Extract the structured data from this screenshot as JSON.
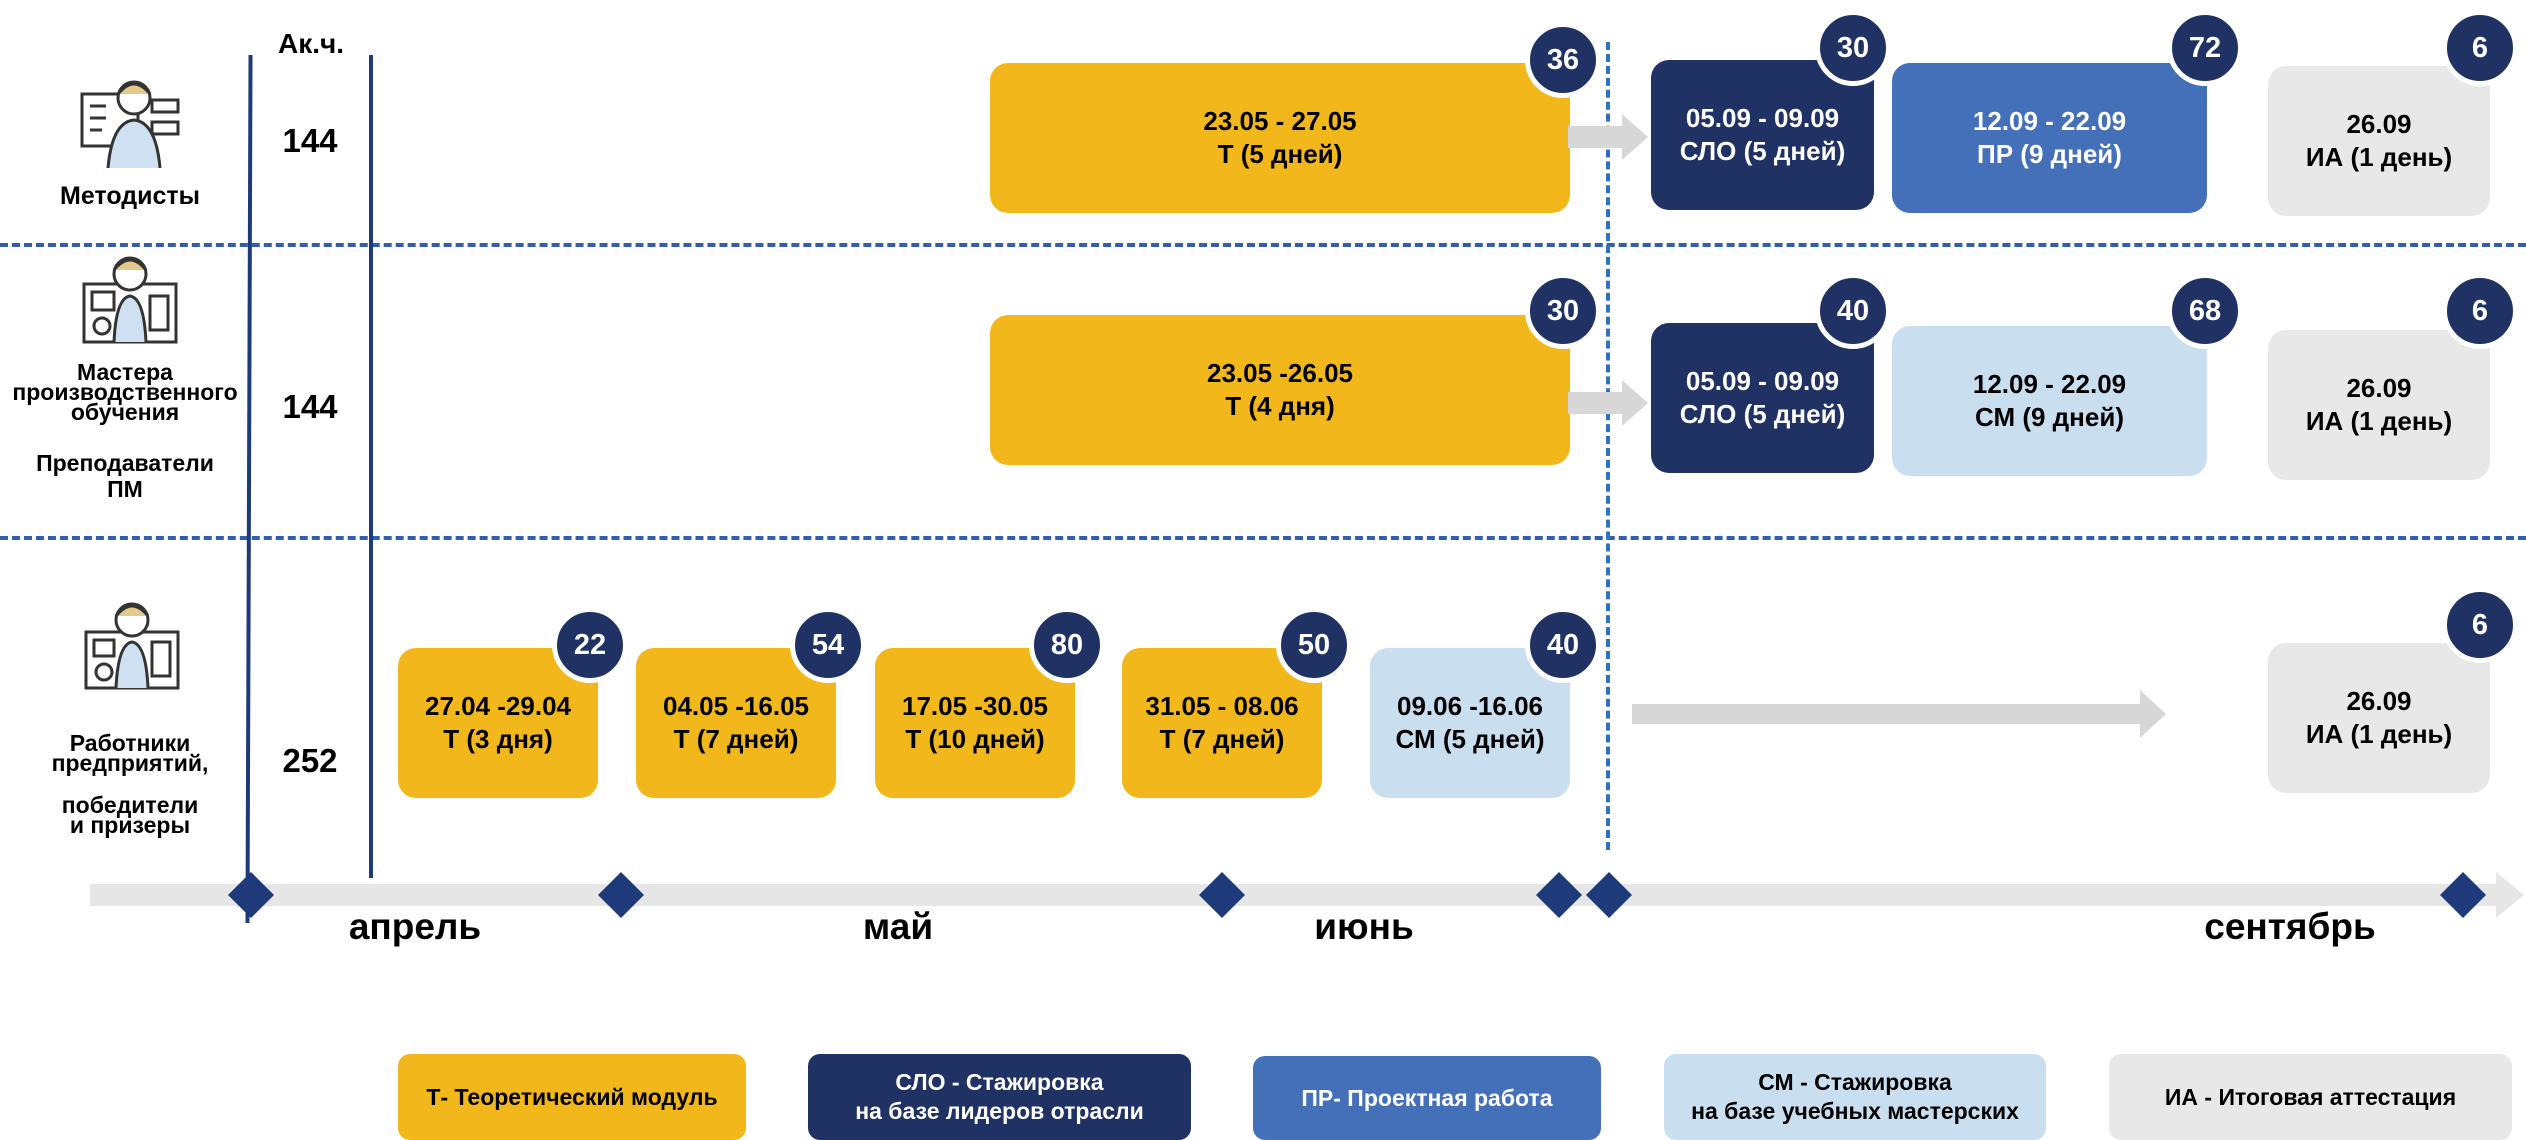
{
  "header": {
    "hours_label": "Ак.ч."
  },
  "rows": [
    {
      "role_lines": [
        "Методисты"
      ],
      "hours": "144",
      "icon": "teacher-board-icon",
      "blocks": [
        {
          "type": "t",
          "dates": "23.05 - 27.05",
          "label": "Т (5 дней)",
          "badge": "36"
        },
        {
          "type": "slo",
          "dates": "05.09 - 09.09",
          "label": "СЛО (5 дней)",
          "badge": "30"
        },
        {
          "type": "pr",
          "dates": "12.09 - 22.09",
          "label": "ПР (9 дней)",
          "badge": "72"
        },
        {
          "type": "ia",
          "dates": "26.09",
          "label": "ИА (1 день)",
          "badge": "6"
        }
      ]
    },
    {
      "role_lines_a": [
        "Мастера",
        "производственного",
        "обучения"
      ],
      "role_lines_b": [
        "Преподаватели",
        "ПМ"
      ],
      "hours": "144",
      "icon": "worker-machine-icon",
      "blocks": [
        {
          "type": "t",
          "dates": "23.05 -26.05",
          "label": "Т (4 дня)",
          "badge": "30"
        },
        {
          "type": "slo",
          "dates": "05.09 - 09.09",
          "label": "СЛО (5 дней)",
          "badge": "40"
        },
        {
          "type": "sm",
          "dates": "12.09 - 22.09",
          "label": "СМ (9 дней)",
          "badge": "68"
        },
        {
          "type": "ia",
          "dates": "26.09",
          "label": "ИА (1 день)",
          "badge": "6"
        }
      ]
    },
    {
      "role_lines_a": [
        "Работники",
        "предприятий,"
      ],
      "role_lines_b": [
        "победители",
        "и призеры"
      ],
      "hours": "252",
      "icon": "worker-panel-icon",
      "blocks": [
        {
          "type": "t",
          "dates": "27.04 -29.04",
          "label": "Т (3 дня)",
          "badge": "22"
        },
        {
          "type": "t",
          "dates": "04.05 -16.05",
          "label": "Т (7 дней)",
          "badge": "54"
        },
        {
          "type": "t",
          "dates": "17.05 -30.05",
          "label": "Т (10 дней)",
          "badge": "80"
        },
        {
          "type": "t",
          "dates": "31.05 - 08.06",
          "label": "Т (7 дней)",
          "badge": "50"
        },
        {
          "type": "sm",
          "dates": "09.06 -16.06",
          "label": "СМ (5 дней)",
          "badge": "40"
        },
        {
          "type": "ia",
          "dates": "26.09",
          "label": "ИА (1 день)",
          "badge": "6"
        }
      ]
    }
  ],
  "timeline": {
    "months": [
      "апрель",
      "май",
      "июнь",
      "сентябрь"
    ]
  },
  "legend": [
    {
      "type": "t",
      "lines": [
        "Т- Теоретический модуль"
      ]
    },
    {
      "type": "slo",
      "lines": [
        "СЛО - Стажировка",
        "на базе лидеров отрасли"
      ]
    },
    {
      "type": "pr",
      "lines": [
        "ПР- Проектная работа"
      ]
    },
    {
      "type": "sm",
      "lines": [
        "СМ - Стажировка",
        "на базе учебных мастерских"
      ]
    },
    {
      "type": "ia",
      "lines": [
        "ИА - Итоговая аттестация"
      ]
    }
  ],
  "colors": {
    "t": "#f2b81b",
    "slo": "#1f3263",
    "pr": "#4470b9",
    "sm": "#c9dff0",
    "ia": "#e8e8e8",
    "badge": "#1f3263",
    "timeline": "#e6e6e6",
    "diamond": "#1f3a7a"
  }
}
